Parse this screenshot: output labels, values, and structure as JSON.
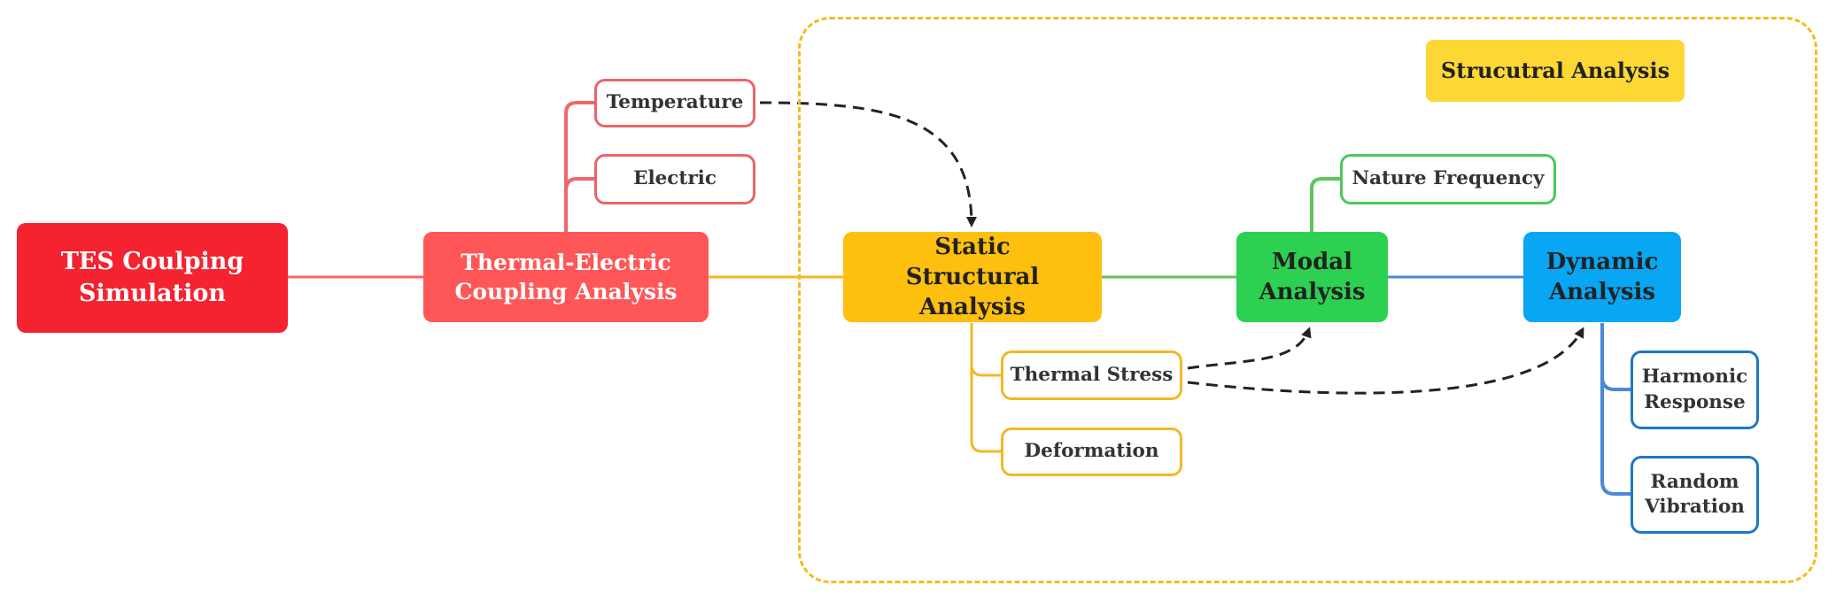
{
  "diagram": {
    "group_title": "Strucutral Analysis",
    "nodes": {
      "root": "TES Coulping Simulation",
      "thermal_electric": "Thermal-Electric Coupling Analysis",
      "temperature": "Temperature",
      "electric": "Electric",
      "static_structural": "Static Structural Analysis",
      "thermal_stress": "Thermal Stress",
      "deformation": "Deformation",
      "modal": "Modal Analysis",
      "nature_frequency": "Nature Frequency",
      "dynamic": "Dynamic Analysis",
      "harmonic_response": "Harmonic Response",
      "random_vibration": "Random Vibration"
    },
    "colors": {
      "root": "#f52230",
      "thermal_electric": "#ff5757",
      "static_structural": "#ffbf0f",
      "modal": "#2dd152",
      "dynamic": "#08a6f3",
      "group_border": "#f2bc1b",
      "title_badge": "#fdd835"
    }
  }
}
